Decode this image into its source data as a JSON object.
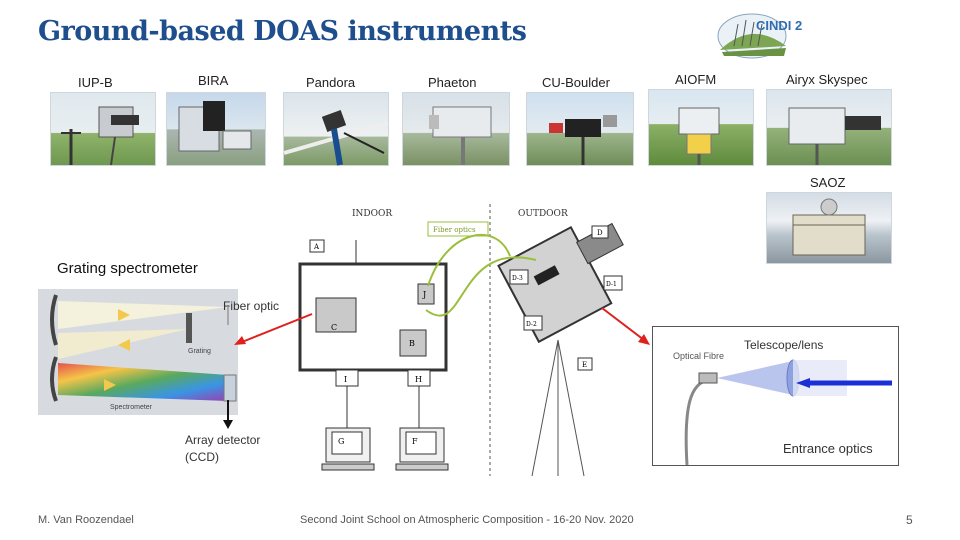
{
  "slide": {
    "title": "Ground-based DOAS instruments",
    "page_number": "5",
    "author": "M. Van Roozendael",
    "event": "Second Joint School on Atmospheric Composition - 16-20 Nov. 2020"
  },
  "logo": {
    "text": "CINDI 2",
    "icon": "cindi-logo-icon"
  },
  "instruments": [
    {
      "label": "IUP-B",
      "icon": "instrument-photo-icon"
    },
    {
      "label": "BIRA",
      "icon": "instrument-photo-icon"
    },
    {
      "label": "Pandora",
      "icon": "instrument-photo-icon"
    },
    {
      "label": "Phaeton",
      "icon": "instrument-photo-icon"
    },
    {
      "label": "CU-Boulder",
      "icon": "instrument-photo-icon"
    },
    {
      "label": "AIOFM",
      "icon": "instrument-photo-icon"
    },
    {
      "label": "Airyx Skyspec",
      "icon": "instrument-photo-icon"
    },
    {
      "label": "SAOZ",
      "icon": "instrument-photo-icon"
    }
  ],
  "spectrometer": {
    "heading": "Grating spectrometer",
    "fiber_label": "Fiber optic",
    "detector_label": "Array detector (CCD)",
    "inner_labels": {
      "grating": "Grating",
      "spectrometer": "Spectrometer"
    }
  },
  "schematic": {
    "indoor": "INDOOR",
    "outdoor": "OUTDOOR",
    "fiber_optics": "Fiber optics",
    "boxes": {
      "A": "A",
      "B": "B",
      "C": "C",
      "D": "D",
      "D1": "D-1",
      "D2": "D-2",
      "D3": "D-3",
      "E": "E",
      "F": "F",
      "G": "G",
      "H": "H",
      "I": "I",
      "J": "J"
    }
  },
  "telescope": {
    "heading": "Telescope/lens",
    "optical_fibre": "Optical Fibre",
    "entrance": "Entrance optics"
  },
  "colors": {
    "title": "#1f4e8c",
    "arrow_red": "#e0201b",
    "arrow_blue": "#1a2fd6",
    "fiber_green": "#9bbf3a"
  }
}
